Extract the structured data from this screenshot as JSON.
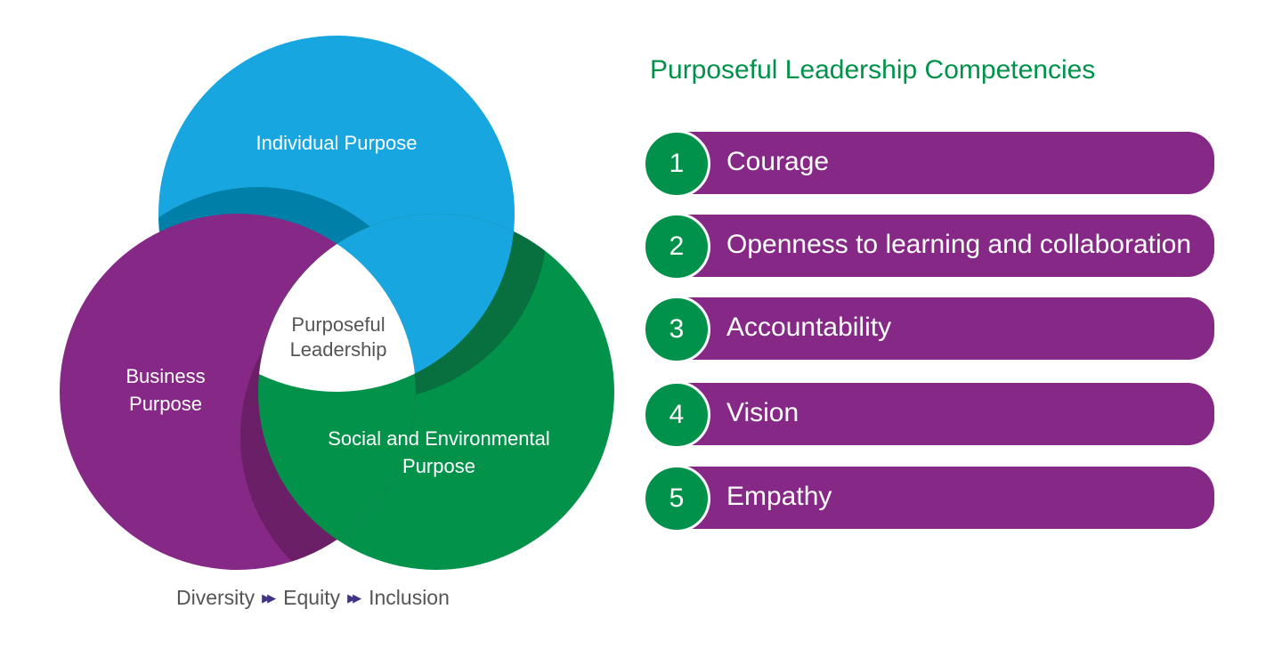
{
  "diagram": {
    "individual": "Individual Purpose",
    "business_line1": "Business",
    "business_line2": "Purpose",
    "social_line1": "Social and Environmental",
    "social_line2": "Purpose",
    "center_line1": "Purposeful",
    "center_line2": "Leadership",
    "footer": [
      "Diversity",
      "Equity",
      "Inclusion"
    ],
    "colors": {
      "blue": "#18a6e0",
      "purple": "#862886",
      "green": "#02924a"
    }
  },
  "competencies": {
    "title": "Purposeful Leadership Competencies",
    "items": [
      {
        "num": "1",
        "label": "Courage"
      },
      {
        "num": "2",
        "label": "Openness to learning and collaboration"
      },
      {
        "num": "3",
        "label": "Accountability"
      },
      {
        "num": "4",
        "label": "Vision"
      },
      {
        "num": "5",
        "label": "Empathy"
      }
    ]
  }
}
